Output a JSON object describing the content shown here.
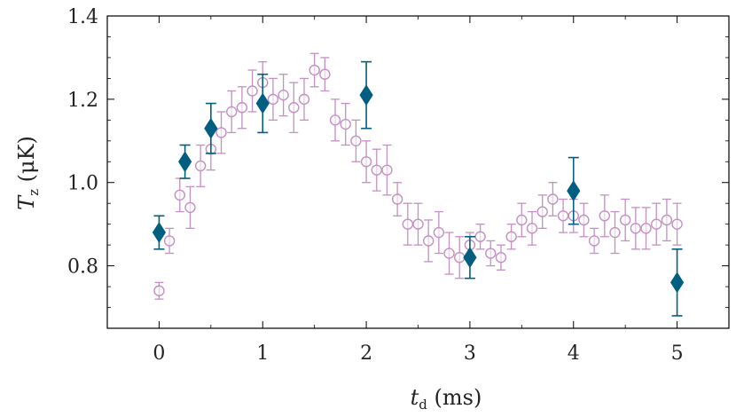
{
  "chart_data": {
    "type": "scatter",
    "xlabel": {
      "main": "t",
      "sub": "d",
      "rest": " (ms)"
    },
    "ylabel": {
      "main": "T",
      "sub": "z",
      "rest": " (μK)"
    },
    "xlim": [
      -0.5,
      5.5
    ],
    "ylim": [
      0.65,
      1.4
    ],
    "xticks": [
      0,
      1,
      2,
      3,
      4,
      5
    ],
    "xtick_labels": [
      "0",
      "1",
      "2",
      "3",
      "4",
      "5"
    ],
    "yticks": [
      0.8,
      1.0,
      1.2,
      1.4
    ],
    "ytick_labels": [
      "0.8",
      "1.0",
      "1.2",
      "1.4"
    ],
    "grid": false,
    "series": [
      {
        "marker": "open-circle",
        "color": "#c390c3",
        "x": [
          0,
          0.1,
          0.2,
          0.3,
          0.4,
          0.5,
          0.6,
          0.7,
          0.8,
          0.9,
          1.0,
          1.1,
          1.2,
          1.3,
          1.4,
          1.5,
          1.6,
          1.7,
          1.8,
          1.9,
          2.0,
          2.1,
          2.2,
          2.3,
          2.4,
          2.5,
          2.6,
          2.7,
          2.8,
          2.9,
          3.0,
          3.1,
          3.2,
          3.3,
          3.4,
          3.5,
          3.6,
          3.7,
          3.8,
          3.9,
          4.0,
          4.1,
          4.2,
          4.3,
          4.4,
          4.5,
          4.6,
          4.7,
          4.8,
          4.9,
          5.0
        ],
        "y": [
          0.74,
          0.86,
          0.97,
          0.94,
          1.04,
          1.08,
          1.12,
          1.17,
          1.18,
          1.22,
          1.24,
          1.2,
          1.21,
          1.18,
          1.2,
          1.27,
          1.26,
          1.15,
          1.14,
          1.1,
          1.05,
          1.03,
          1.03,
          0.96,
          0.9,
          0.9,
          0.86,
          0.88,
          0.83,
          0.82,
          0.85,
          0.87,
          0.83,
          0.82,
          0.87,
          0.91,
          0.89,
          0.93,
          0.96,
          0.92,
          0.92,
          0.91,
          0.86,
          0.92,
          0.88,
          0.91,
          0.89,
          0.89,
          0.9,
          0.91,
          0.9
        ],
        "yerr": [
          0.02,
          0.03,
          0.04,
          0.05,
          0.05,
          0.05,
          0.05,
          0.05,
          0.05,
          0.05,
          0.05,
          0.05,
          0.05,
          0.06,
          0.05,
          0.04,
          0.04,
          0.05,
          0.05,
          0.05,
          0.05,
          0.05,
          0.06,
          0.04,
          0.05,
          0.05,
          0.05,
          0.05,
          0.05,
          0.05,
          0.03,
          0.03,
          0.03,
          0.03,
          0.03,
          0.04,
          0.04,
          0.04,
          0.04,
          0.04,
          0.04,
          0.04,
          0.03,
          0.05,
          0.05,
          0.05,
          0.05,
          0.05,
          0.05,
          0.05,
          0.05
        ]
      },
      {
        "marker": "filled-diamond",
        "color": "#005f80",
        "x": [
          0,
          0.25,
          0.5,
          1.0,
          2.0,
          3.0,
          4.0,
          5.0
        ],
        "y": [
          0.88,
          1.05,
          1.13,
          1.19,
          1.21,
          0.82,
          0.98,
          0.76
        ],
        "yerr": [
          0.04,
          0.04,
          0.06,
          0.07,
          0.08,
          0.05,
          0.08,
          0.08
        ]
      }
    ]
  }
}
